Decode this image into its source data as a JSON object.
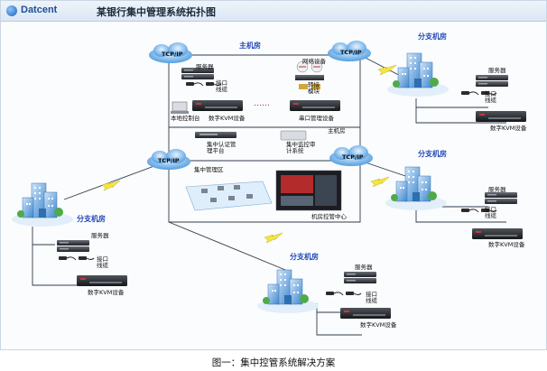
{
  "header": {
    "brand": "Datcent",
    "title": "某银行集中管理系统拓扑图"
  },
  "caption": "图一：集中控管系统解决方案",
  "main_room": {
    "title": "主机房",
    "tcp_ip": "TCP/IP",
    "server_label": "服务器",
    "iface_label": "接口\n线缆",
    "local_console": "本地控制台",
    "kvm": "数字KVM设备",
    "net_device": "网络设备",
    "convert_module": "转接\n模块",
    "serial_device": "串口管理设备",
    "host_label": "主机房",
    "auth_platform": "集中认证管\n理平台",
    "monitor_system": "集中监控审\n计系统",
    "mgmt_area": "集中管理区",
    "control_center": "机房控管中心"
  },
  "branch_label": "分支机房",
  "branch_server": "服务器",
  "branch_iface": "接口\n线缆",
  "branch_kvm": "数字KVM设备",
  "dots": "……",
  "colors": {
    "brand": "#1d4f94",
    "label_blue": "#2046b6",
    "cloud": "#5aa9e6",
    "bolt": "#f2e23a",
    "line": "#2f3b4a"
  }
}
